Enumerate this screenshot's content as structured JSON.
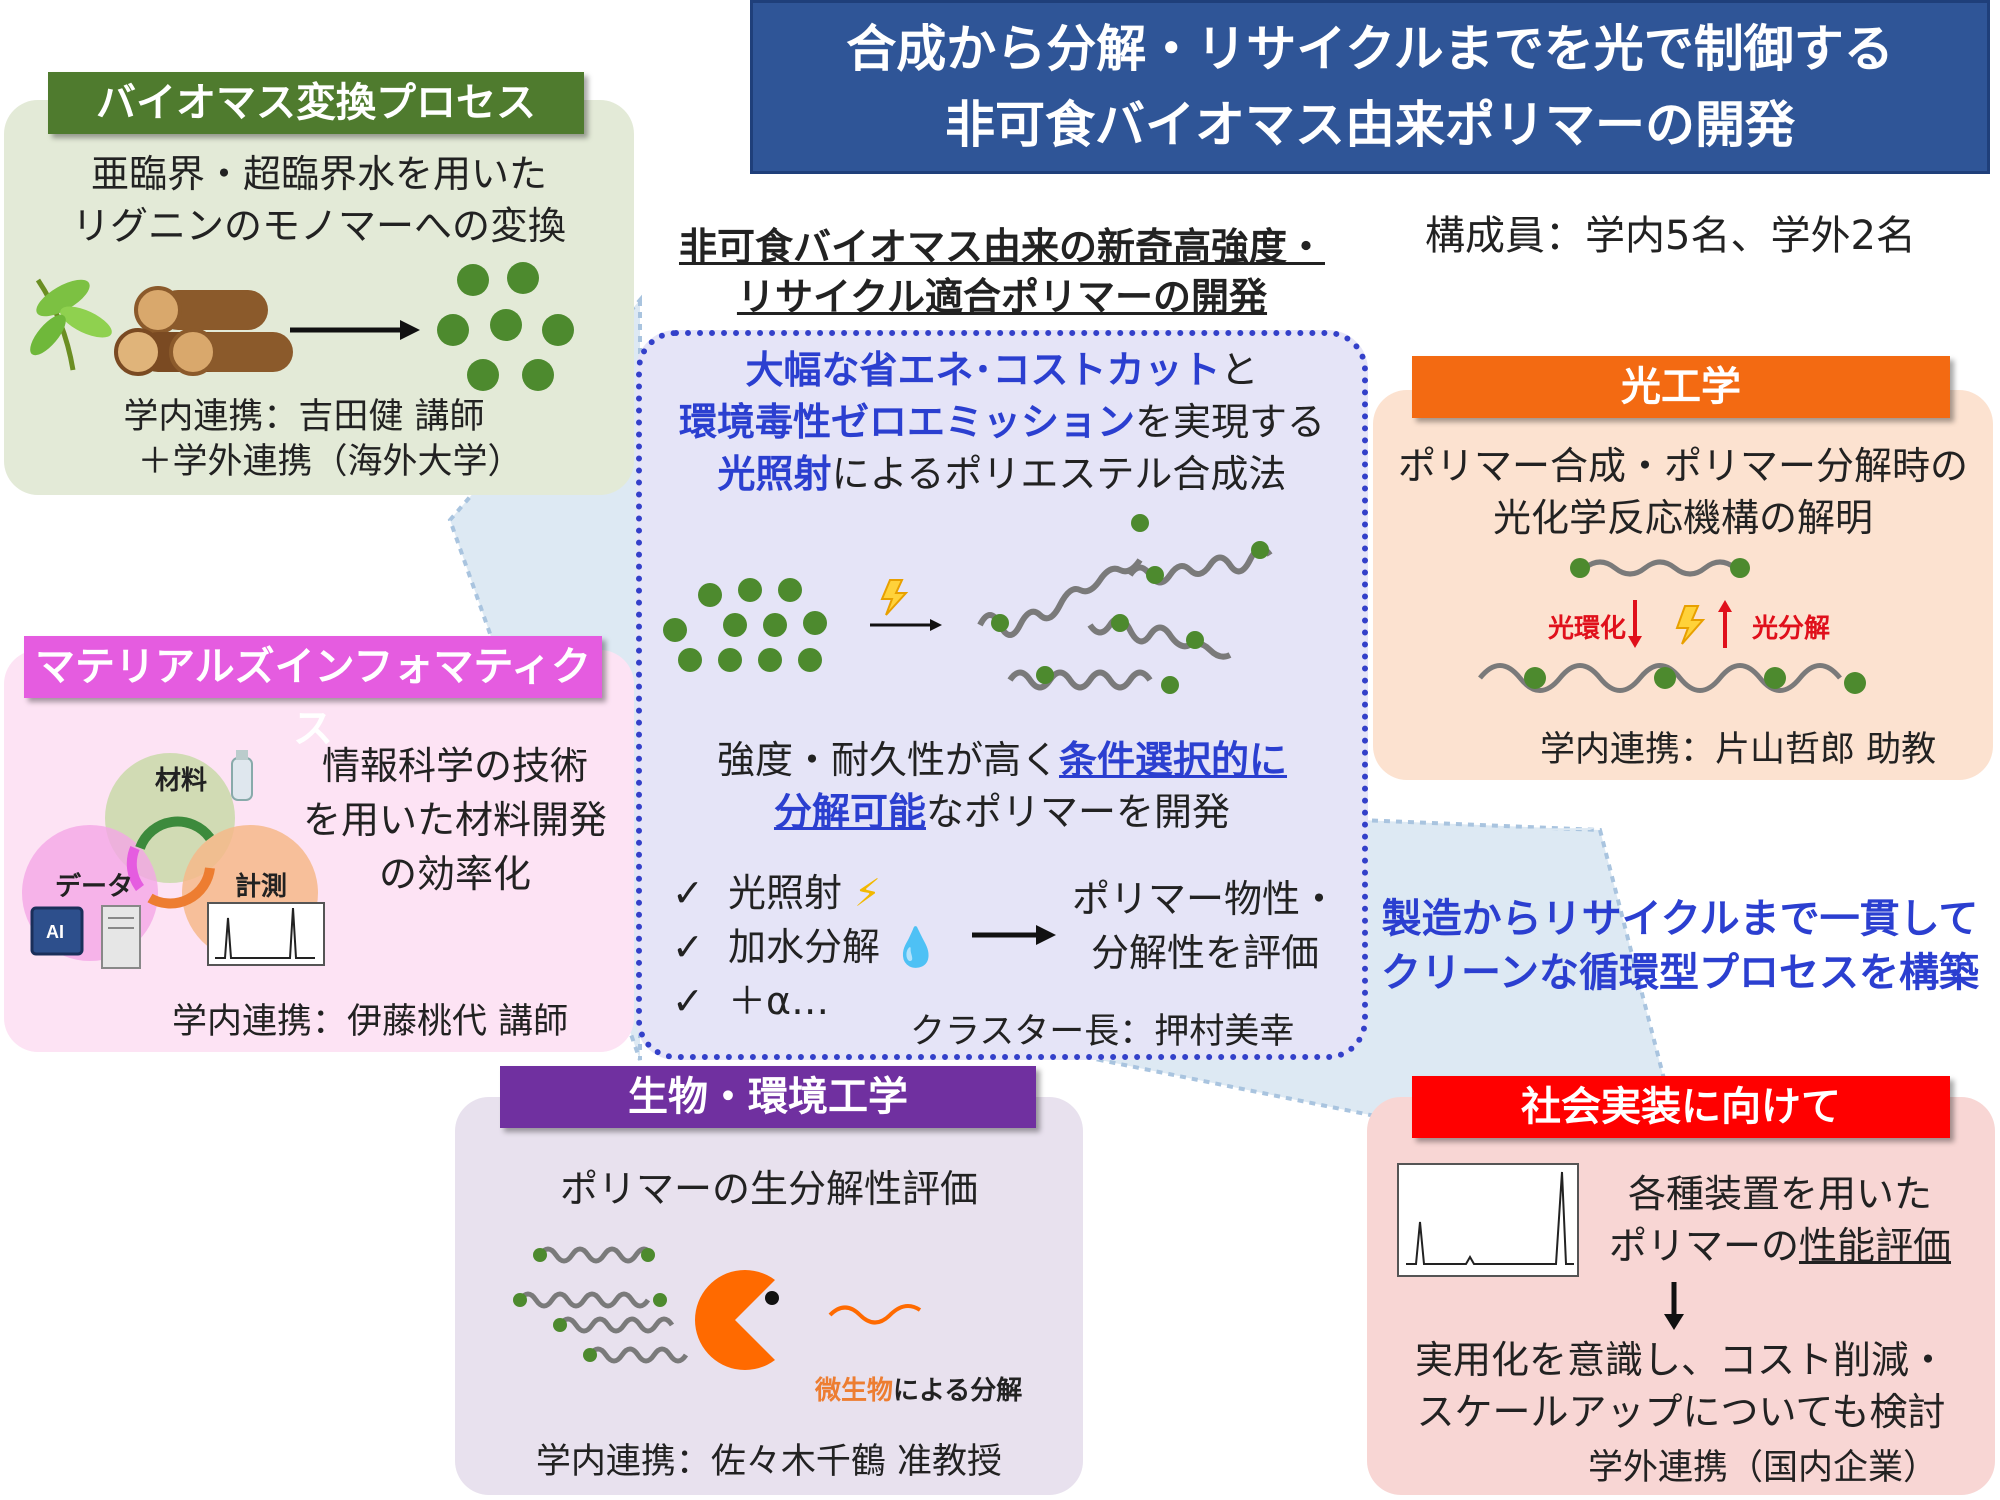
{
  "title": {
    "line1": "合成から分解・リサイクルまでを光で制御する",
    "line2": "非可食バイオマス由来ポリマーの開発"
  },
  "members": "構成員：学内5名、学外2名",
  "center": {
    "heading_line1": "非可食バイオマス由来の新奇高強度・",
    "heading_line2": "リサイクル適合ポリマーの開発",
    "line1_blue": "大幅な省エネ･コストカット",
    "line1_rest": "と",
    "line2_blue": "環境毒性ゼロエミッション",
    "line2_rest": "を実現する",
    "line3_blue": "光照射",
    "line3_rest": "によるポリエステル合成法",
    "strength_line1_a": "強度・耐久性が高く",
    "strength_line1_b": "条件選択的に",
    "strength_line2_a": "分解可能",
    "strength_line2_b": "なポリマーを開発",
    "checks": [
      "光照射",
      "加水分解",
      "＋α…"
    ],
    "check_mark": "✓",
    "result_line1": "ポリマー物性・",
    "result_line2": "分解性を評価",
    "leader": "クラスター長：押村美幸"
  },
  "biomass": {
    "header": "バイオマス変換プロセス",
    "line1": "亜臨界・超臨界水を用いた",
    "line2": "リグニンのモノマーへの変換",
    "collab1": "学内連携：吉田健 講師",
    "collab2": "＋学外連携（海外大学）"
  },
  "mi": {
    "header": "マテリアルズインフォマティクス",
    "line1": "情報科学の技術",
    "line2": "を用いた材料開発",
    "line3": "の効率化",
    "venn_material": "材料",
    "venn_data": "データ",
    "venn_measure": "計測",
    "ai_chip": "AI",
    "collab": "学内連携：伊藤桃代 講師"
  },
  "bio": {
    "header": "生物・環境工学",
    "line1": "ポリマーの生分解性評価",
    "microbe_a": "微生物",
    "microbe_b": "による分解",
    "collab": "学内連携：佐々木千鶴 准教授"
  },
  "optics": {
    "header": "光工学",
    "line1": "ポリマー合成・ポリマー分解時の",
    "line2": "光化学反応機構の解明",
    "cyclize": "光環化",
    "decompose": "光分解",
    "collab": "学内連携：片山哲郎 助教"
  },
  "society": {
    "header": "社会実装に向けて",
    "line1": "各種装置を用いた",
    "line2_a": "ポリマーの",
    "line2_b": "性能評価",
    "line3": "実用化を意識し、コスト削減・",
    "line4": "スケールアップについても検討",
    "collab": "学外連携（国内企業）"
  },
  "cycle_text": {
    "line1": "製造からリサイクルまで一貫して",
    "line2": "クリーンな循環型プロセスを構築"
  },
  "colors": {
    "title_bg": "#2f5597",
    "biomass": "#4f7b2e",
    "mi": "#e55ce0",
    "bio": "#7030a0",
    "optics": "#f36a12",
    "society": "#ff0000",
    "accent_blue": "#2b3fd0",
    "dot_green": "#4d8a2e"
  }
}
